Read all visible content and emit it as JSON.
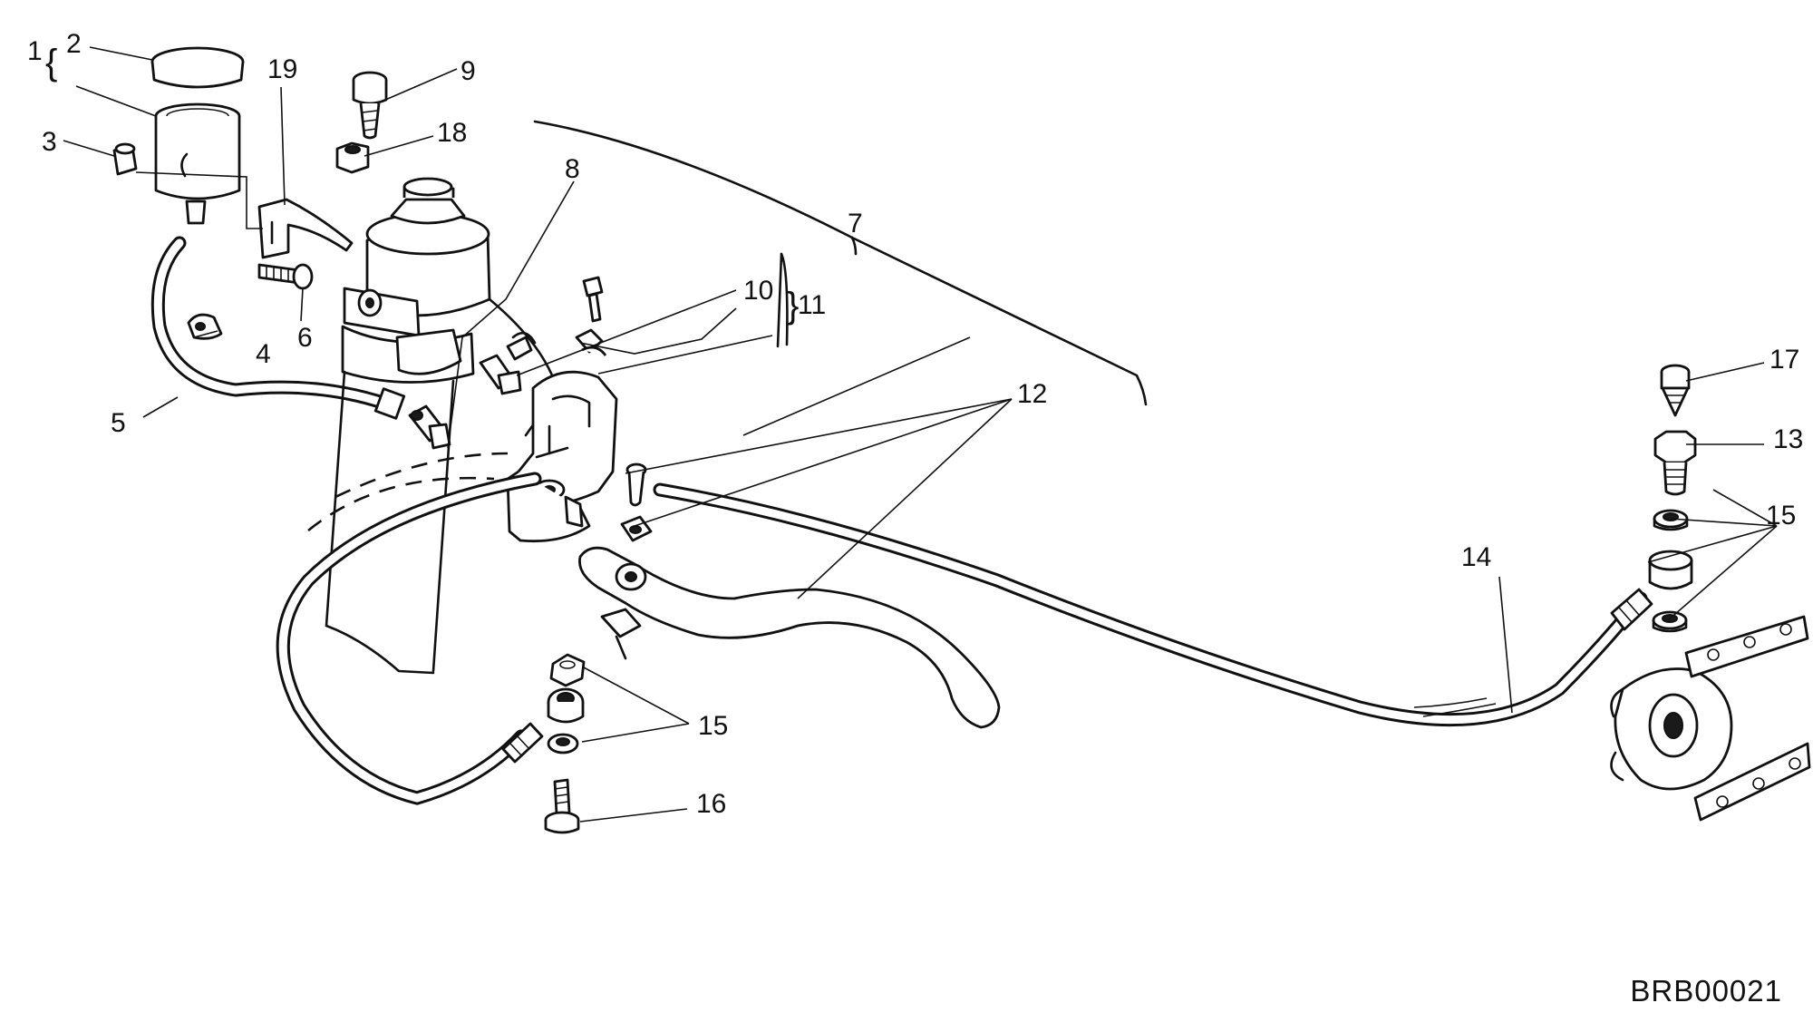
{
  "diagram": {
    "reference_code": "BRB00021",
    "callouts": {
      "c1": "1",
      "c2": "2",
      "c3": "3",
      "c4": "4",
      "c5": "5",
      "c6": "6",
      "c7": "7",
      "c8": "8",
      "c9": "9",
      "c10": "10",
      "c11": "11",
      "c12": "12",
      "c13": "13",
      "c14": "14",
      "c15": "15",
      "c16": "16",
      "c17": "17",
      "c18": "18",
      "c19": "19"
    }
  }
}
